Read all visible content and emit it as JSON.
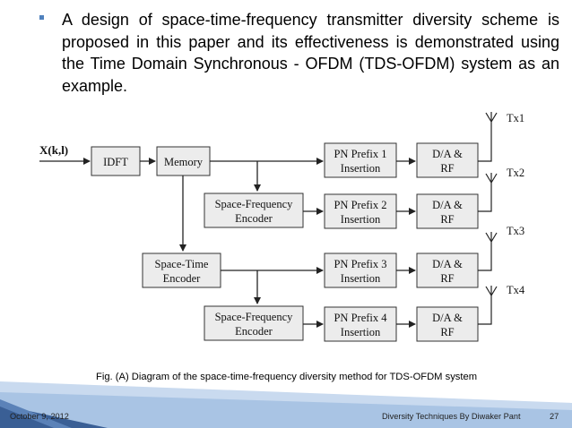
{
  "slide": {
    "bullet_text": "A design of space-time-frequency transmitter diversity scheme is proposed in this paper and its effectiveness is demonstrated using the Time Domain Synchronous - OFDM (TDS-OFDM) system as an example.",
    "caption": "Fig. (A)  Diagram of the space-time-frequency diversity method for TDS-OFDM system"
  },
  "diagram": {
    "input_label": "X(k,l)",
    "idft": "IDFT",
    "memory": "Memory",
    "sfe_top_1": "Space-Frequency",
    "sfe_top_2": "Encoder",
    "st_1": "Space-Time",
    "st_2": "Encoder",
    "sfe_bot_1": "Space-Frequency",
    "sfe_bot_2": "Encoder",
    "pn1_1": "PN Prefix 1",
    "pn1_2": "Insertion",
    "pn2_1": "PN Prefix 2",
    "pn2_2": "Insertion",
    "pn3_1": "PN Prefix 3",
    "pn3_2": "Insertion",
    "pn4_1": "PN Prefix 4",
    "pn4_2": "Insertion",
    "da_1": "D/A &",
    "da_2": "RF",
    "tx1": "Tx1",
    "tx2": "Tx2",
    "tx3": "Tx3",
    "tx4": "Tx4"
  },
  "footer": {
    "date": "October 9, 2012",
    "title": "Diversity Techniques By  Diwaker Pant",
    "page": "27"
  },
  "colors": {
    "footer_band": "#a9c4e4",
    "footer_dark": "#3a5f95",
    "box_fill": "#ececec",
    "bullet": "#4f81bd"
  }
}
